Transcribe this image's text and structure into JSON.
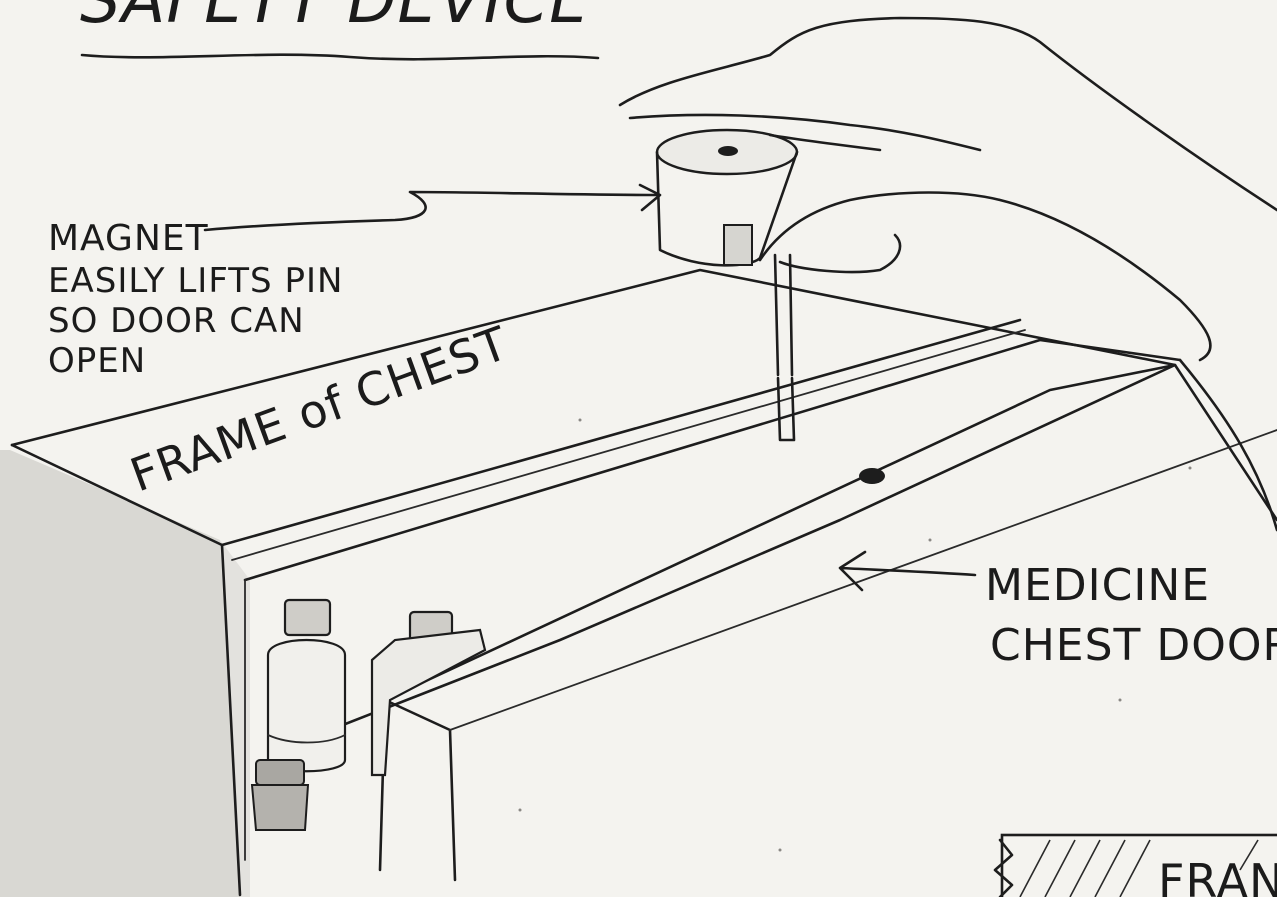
{
  "title": "SAFETY DEVICE",
  "labels": {
    "magnet": [
      "MAGNET",
      "EASILY LIFTS PIN",
      "SO DOOR CAN",
      "OPEN"
    ],
    "frame": "FRAME of CHEST",
    "door": [
      "MEDICINE",
      "CHEST DOOR"
    ],
    "corner": "FRAN"
  },
  "colors": {
    "paper": "#f4f3ef",
    "ink": "#1d1d1d",
    "shade": "#d2d0cb"
  }
}
